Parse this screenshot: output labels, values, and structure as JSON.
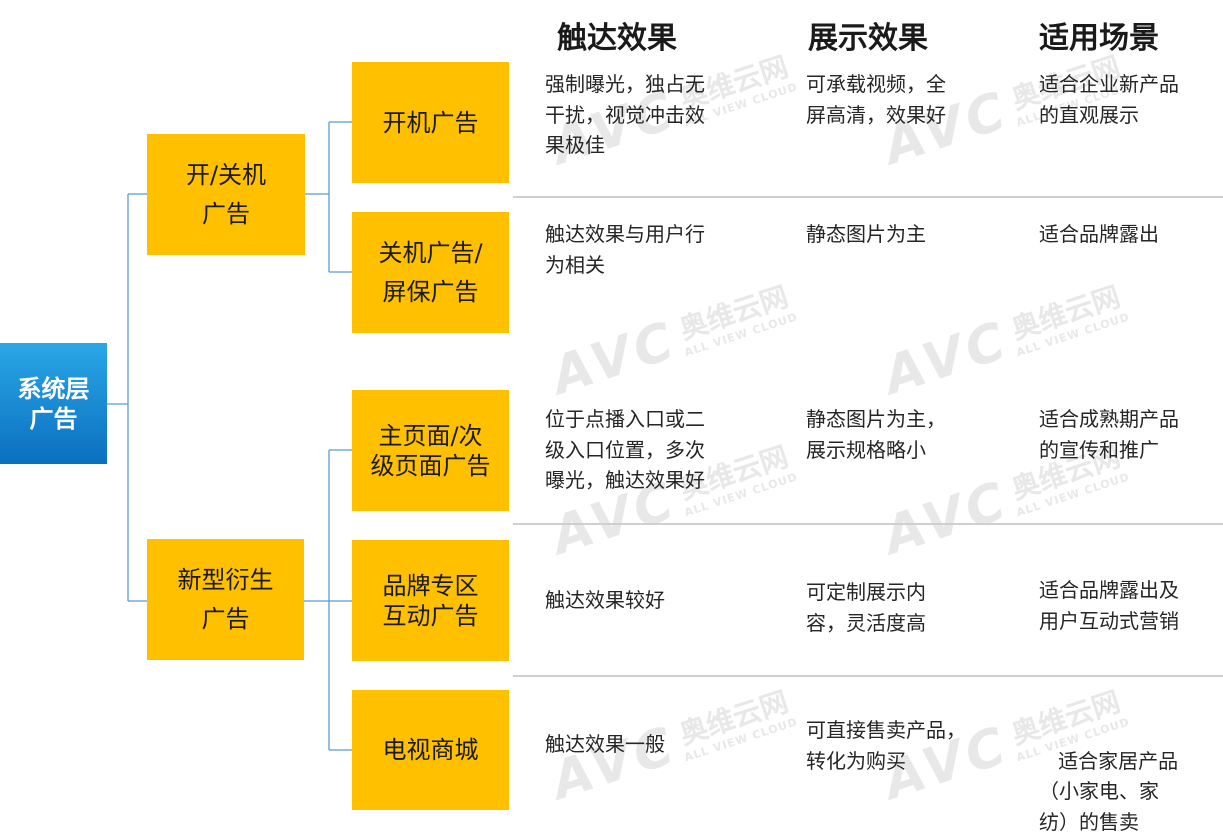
{
  "headers": {
    "reach": "触达效果",
    "display": "展示效果",
    "scenario": "适用场景"
  },
  "root": {
    "line1": "系统层",
    "line2": "广告"
  },
  "categories": [
    {
      "line1": "开/关机",
      "line2": "广告"
    },
    {
      "line1": "新型衍生",
      "line2": "广告"
    }
  ],
  "items": [
    {
      "name": [
        "开机广告"
      ],
      "reach": [
        "强制曝光，独占无",
        "干扰，视觉冲击效",
        "果极佳"
      ],
      "display": [
        "可承载视频，全",
        "屏高清，效果好"
      ],
      "scenario": [
        "适合企业新产品",
        "的直观展示"
      ]
    },
    {
      "name": [
        "关机广告/",
        "屏保广告"
      ],
      "reach": [
        "触达效果与用户行",
        "为相关"
      ],
      "display": [
        "静态图片为主"
      ],
      "scenario": [
        "适合品牌露出"
      ]
    },
    {
      "name": [
        "主页面/次",
        "级页面广告"
      ],
      "reach": [
        "位于点播入口或二",
        "级入口位置，多次",
        "曝光，触达效果好"
      ],
      "display": [
        "静态图片为主，",
        "展示规格略小"
      ],
      "scenario": [
        "适合成熟期产品",
        "的宣传和推广"
      ]
    },
    {
      "name": [
        "品牌专区",
        "互动广告"
      ],
      "reach": [
        "触达效果较好"
      ],
      "display": [
        "可定制展示内",
        "容，灵活度高"
      ],
      "scenario": [
        "适合品牌露出及",
        "用户互动式营销"
      ]
    },
    {
      "name": [
        "电视商城"
      ],
      "reach": [
        "触达效果一般"
      ],
      "display": [
        "可直接售卖产品，",
        "转化为购买"
      ],
      "scenario": [
        " 适合家居产品",
        "（小家电、家",
        "纺）的售卖"
      ]
    }
  ],
  "watermark": {
    "logo": "AVC",
    "cn": "奥维云网",
    "en": "ALL VIEW CLOUD"
  },
  "colors": {
    "box_yellow": "#ffc000",
    "root_blue": "#1a8ad6",
    "connector": "#5b9bd5"
  }
}
